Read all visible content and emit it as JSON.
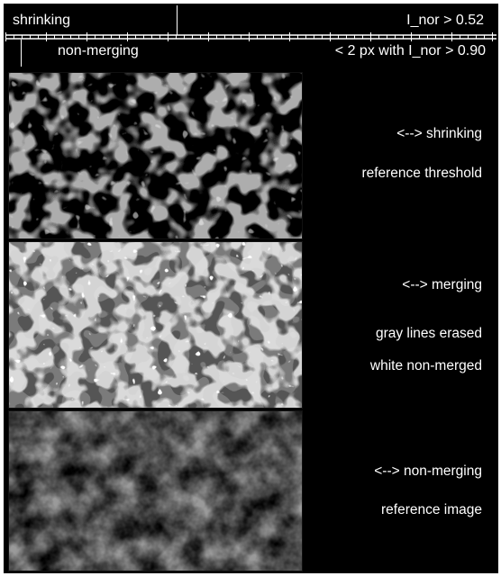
{
  "header": {
    "left_label": "shrinking",
    "right_label": "I_nor > 0.52",
    "sub_left_label": "non-merging",
    "sub_right_label": "< 2 px with I_nor > 0.90"
  },
  "rows": [
    {
      "line1": "<-->  shrinking",
      "line2": "reference threshold"
    },
    {
      "line1": "<-->   merging",
      "line2": "gray lines erased",
      "line3": "white non-merged"
    },
    {
      "line1": "<-->  non-merging",
      "line2": "reference image"
    }
  ],
  "colors": {
    "background": "#000000",
    "text": "#ffffff",
    "merge_fill": "#a8a8a8",
    "merge_gap": "#555555",
    "threshold_fill": "#6e6e6e"
  }
}
